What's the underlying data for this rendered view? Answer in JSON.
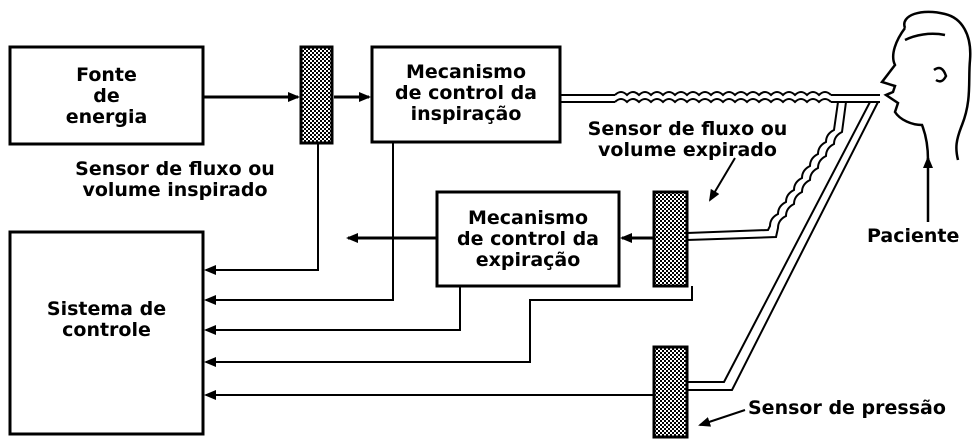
{
  "diagram": {
    "fonte": [
      "Fonte",
      "de",
      "energia"
    ],
    "mecanismo_inspiracao": [
      "Mecanismo",
      "de control da",
      "inspiração"
    ],
    "mecanismo_expiracao": [
      "Mecanismo",
      "de control da",
      "expiração"
    ],
    "sistema": [
      "Sistema de",
      "controle"
    ],
    "sensor_inspirado": [
      "Sensor de fluxo ou",
      "volume inspirado"
    ],
    "sensor_expirado": [
      "Sensor de fluxo ou",
      "volume expirado"
    ],
    "paciente": "Paciente",
    "sensor_pressao": "Sensor de pressão"
  }
}
